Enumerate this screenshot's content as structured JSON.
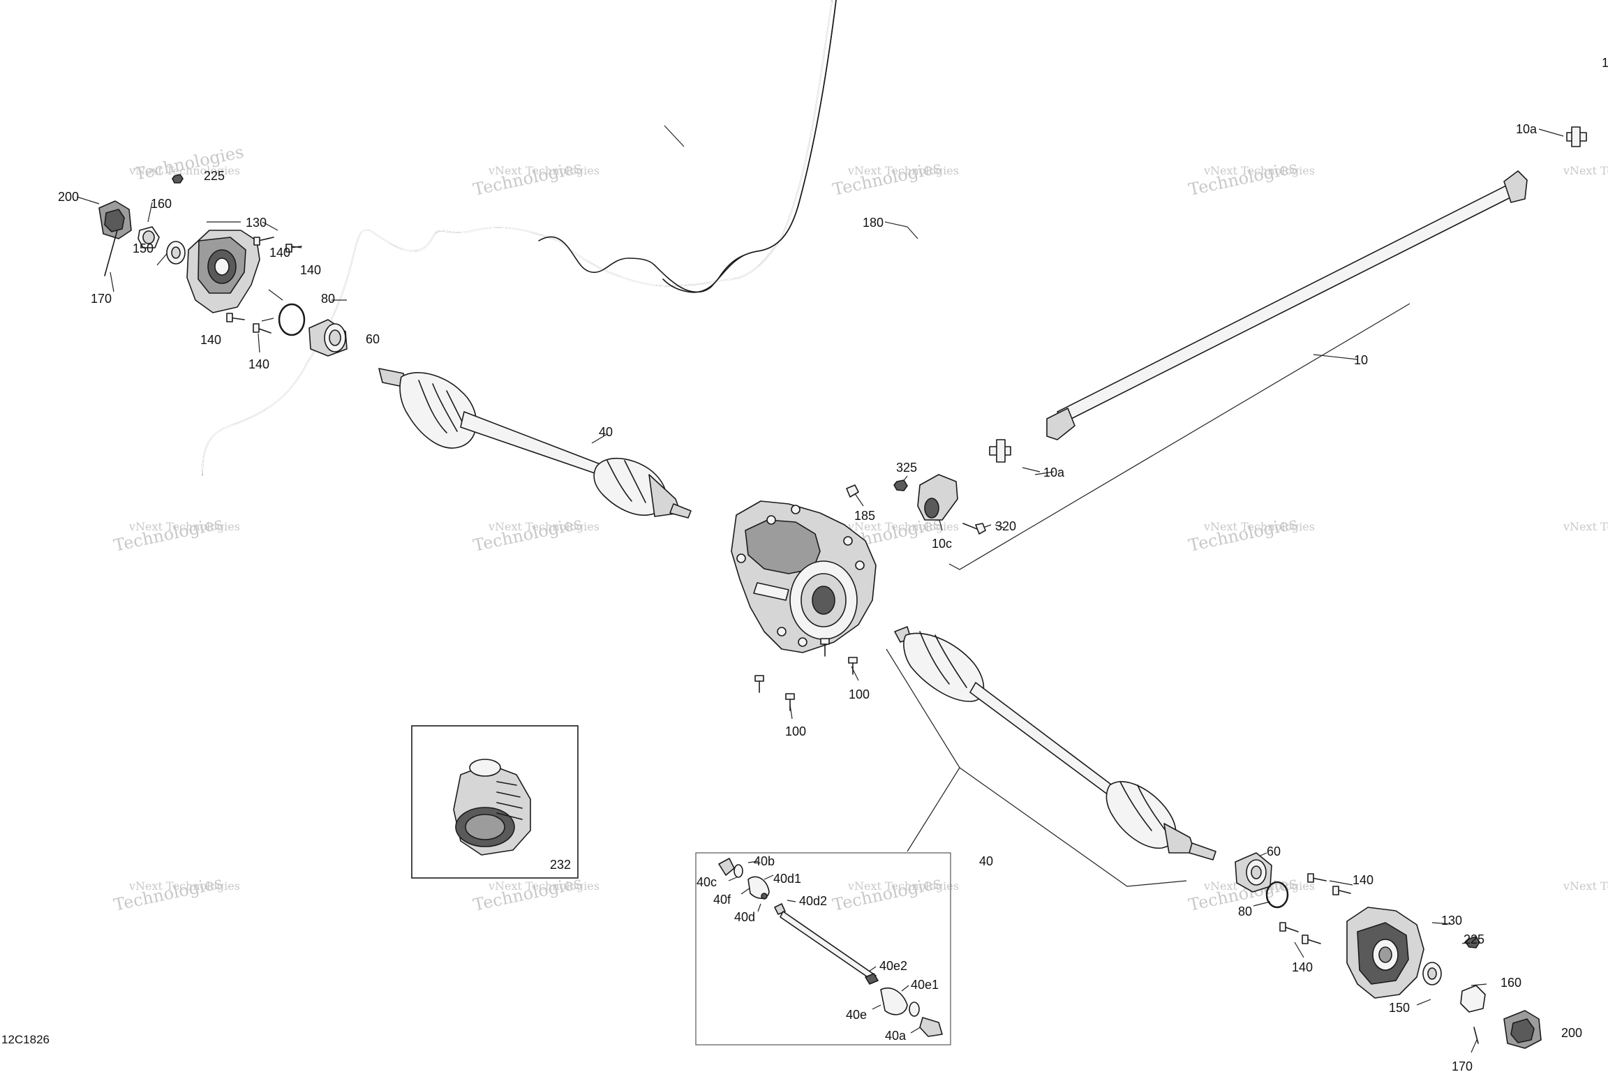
{
  "diagram_code": "12C1826",
  "watermark": {
    "line1": "vNext Technologies",
    "line2": "vNext",
    "line3": "Technologies"
  },
  "callouts": {
    "p200_tl": "200",
    "p225_tl": "225",
    "p160_tl": "160",
    "p130_tl": "130",
    "p150_tl": "150",
    "p170_tl": "170",
    "p140_a": "140",
    "p140_b": "140",
    "p80_tl": "80",
    "p140_c": "140",
    "p60_tl": "60",
    "p140_d": "140",
    "p40_upper": "40",
    "p180": "180",
    "p10": "10",
    "p10a_top": "10a",
    "p10a_mid": "10a",
    "p325": "325",
    "p185": "185",
    "p10c": "10c",
    "p320": "320",
    "p100_a": "100",
    "p100_b": "100",
    "p232": "232",
    "p40_box": "40",
    "p40b": "40b",
    "p40c": "40c",
    "p40d1": "40d1",
    "p40f": "40f",
    "p40d2": "40d2",
    "p40d": "40d",
    "p40e2": "40e2",
    "p40e1": "40e1",
    "p40e": "40e",
    "p40a": "40a",
    "p60_br": "60",
    "p140_e": "140",
    "p80_br": "80",
    "p130_br": "130",
    "p225_br": "225",
    "p140_f": "140",
    "p160_br": "160",
    "p150_br": "150",
    "p200_br": "200",
    "p170_br": "170",
    "p1_edge": "1"
  }
}
